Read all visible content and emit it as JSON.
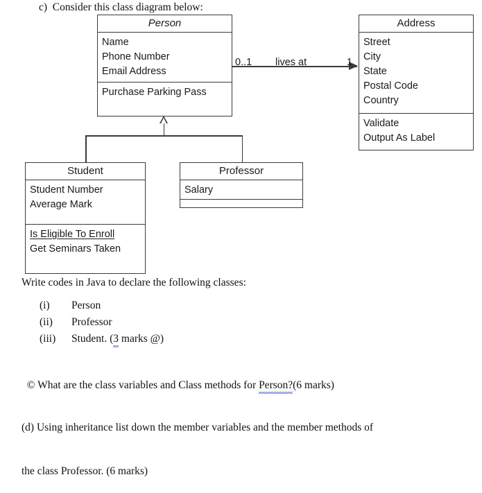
{
  "question": {
    "intro": "c)  Consider this class diagram below:",
    "write_prompt": "Write codes in Java to declare the following classes:",
    "items": [
      {
        "num": "(i)",
        "label": "Person"
      },
      {
        "num": "(ii)",
        "label": "Professor"
      },
      {
        "num": "(iii)",
        "label": "Student. (",
        "marks": "3",
        "suffix": " marks @)"
      }
    ],
    "part_c": {
      "prefix": "© What are the class variables and Class methods for ",
      "subject": "Person?",
      "suffix": "(6 marks)"
    },
    "part_d": {
      "line1": "(d) Using inheritance list down the member variables and the member methods of",
      "line2": "the class Professor. (6 marks)"
    }
  },
  "diagram": {
    "type": "uml-class-diagram",
    "classes": [
      {
        "id": "person",
        "name": "Person",
        "abstract": true,
        "attributes": [
          "Name",
          "Phone Number",
          "Email Address"
        ],
        "methods": [
          "Purchase Parking Pass"
        ],
        "static_methods": []
      },
      {
        "id": "address",
        "name": "Address",
        "abstract": false,
        "attributes": [
          "Street",
          "City",
          "State",
          "Postal Code",
          "Country"
        ],
        "methods": [
          "Validate",
          "Output As Label"
        ],
        "static_methods": []
      },
      {
        "id": "student",
        "name": "Student",
        "abstract": false,
        "attributes": [
          "Student Number",
          "Average Mark"
        ],
        "methods": [
          "Is Eligible To Enroll",
          "Get Seminars Taken"
        ],
        "static_methods": [
          "Is Eligible To Enroll"
        ]
      },
      {
        "id": "professor",
        "name": "Professor",
        "abstract": false,
        "attributes": [
          "Salary"
        ],
        "methods": [],
        "static_methods": []
      }
    ],
    "relationships": [
      {
        "type": "association",
        "from": "person",
        "to": "address",
        "label": "lives at",
        "source_multiplicity": "0..1",
        "target_multiplicity": "1",
        "direction": "navigable-to-target"
      },
      {
        "type": "generalization",
        "from": "student",
        "to": "person"
      },
      {
        "type": "generalization",
        "from": "professor",
        "to": "person"
      }
    ],
    "colors": {
      "stroke": "#3a3a3a",
      "fill": "#ffffff",
      "text": "#1a1a1a"
    }
  }
}
